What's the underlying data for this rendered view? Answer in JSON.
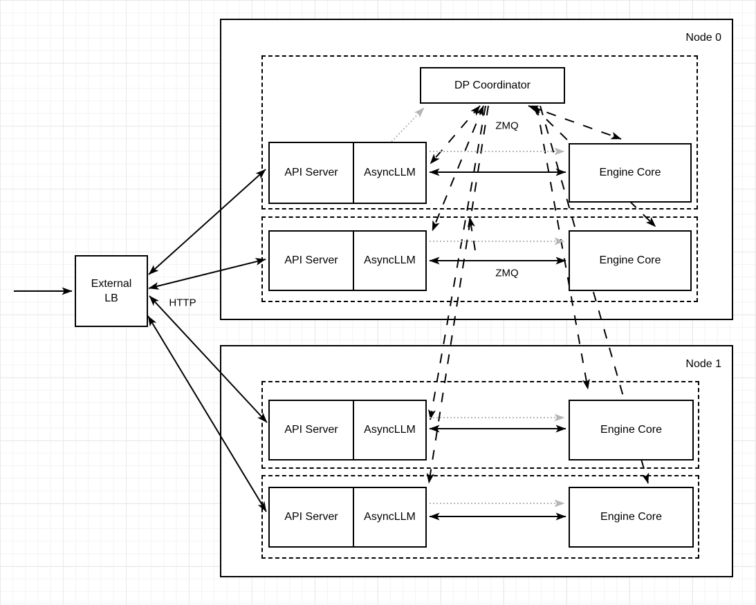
{
  "diagram": {
    "nodes": [
      {
        "label": "Node 0",
        "coordinator_label": "DP Coordinator",
        "zmq_coordinator_label": "ZMQ",
        "rows": [
          {
            "api_server": "API Server",
            "async_llm": "AsyncLLM",
            "engine_core": "Engine Core"
          },
          {
            "api_server": "API Server",
            "async_llm": "AsyncLLM",
            "engine_core": "Engine Core",
            "zmq_label": "ZMQ"
          }
        ]
      },
      {
        "label": "Node 1",
        "rows": [
          {
            "api_server": "API Server",
            "async_llm": "AsyncLLM",
            "engine_core": "Engine Core"
          },
          {
            "api_server": "API Server",
            "async_llm": "AsyncLLM",
            "engine_core": "Engine Core"
          }
        ]
      }
    ],
    "external_lb": {
      "line1": "External",
      "line2": "LB"
    },
    "http_label": "HTTP",
    "colors": {
      "stroke": "#000000",
      "dotted_gray": "#b5b5b5",
      "fill": "#ffffff"
    }
  }
}
